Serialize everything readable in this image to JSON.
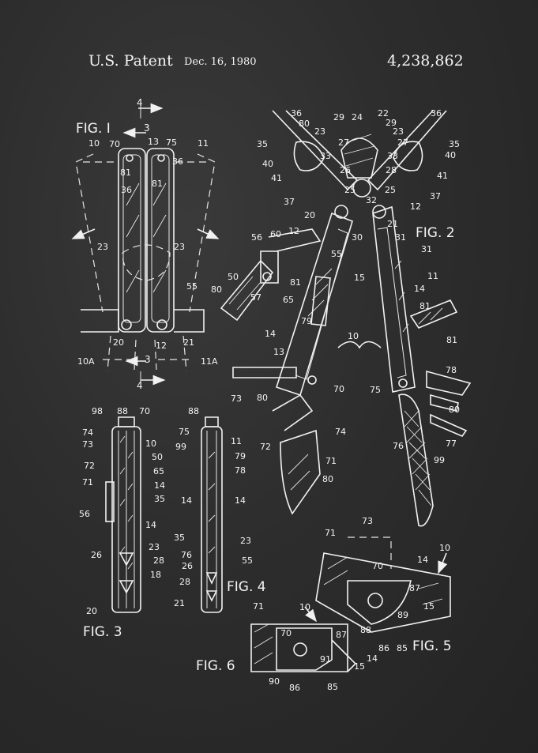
{
  "header": {
    "title": "U.S. Patent",
    "date": "Dec. 16, 1980",
    "number": "4,238,862"
  },
  "figures": {
    "fig1": "FIG. I",
    "fig2": "FIG. 2",
    "fig3": "FIG. 3",
    "fig4": "FIG. 4",
    "fig5": "FIG. 5",
    "fig6": "FIG. 6"
  },
  "section_marks": {
    "top4": "4",
    "top3": "3",
    "bot3": "3",
    "bot4": "4"
  },
  "ref_labels": {
    "f1": [
      "10",
      "70",
      "13",
      "75",
      "11",
      "81",
      "36",
      "81",
      "36",
      "23",
      "23",
      "55",
      "20",
      "12",
      "21",
      "10A",
      "11A"
    ],
    "f2": [
      "36",
      "80",
      "29",
      "24",
      "22",
      "29",
      "36",
      "35",
      "23",
      "27",
      "27",
      "23",
      "35",
      "40",
      "33",
      "33",
      "40",
      "41",
      "26",
      "28",
      "41",
      "37",
      "25",
      "25",
      "37",
      "20",
      "32",
      "21",
      "12",
      "56",
      "60",
      "12",
      "30",
      "31",
      "55",
      "31",
      "50",
      "15",
      "11",
      "81",
      "80",
      "57",
      "14",
      "65",
      "81",
      "79",
      "14",
      "10",
      "13",
      "81",
      "78",
      "73",
      "70",
      "75",
      "80",
      "80",
      "74",
      "72",
      "76",
      "77",
      "71",
      "99",
      "80"
    ],
    "f3": [
      "98",
      "88",
      "70",
      "74",
      "10",
      "73",
      "50",
      "72",
      "65",
      "71",
      "14",
      "56",
      "35",
      "14",
      "23",
      "26",
      "28",
      "18",
      "20"
    ],
    "f4": [
      "88",
      "75",
      "11",
      "99",
      "79",
      "78",
      "14",
      "14",
      "35",
      "23",
      "76",
      "26",
      "55",
      "28",
      "21"
    ],
    "f5": [
      "71",
      "73",
      "10",
      "14",
      "70",
      "87",
      "15",
      "89",
      "88",
      "86",
      "85"
    ],
    "f6": [
      "71",
      "10",
      "70",
      "87",
      "14",
      "91",
      "15",
      "90",
      "86",
      "85"
    ]
  }
}
